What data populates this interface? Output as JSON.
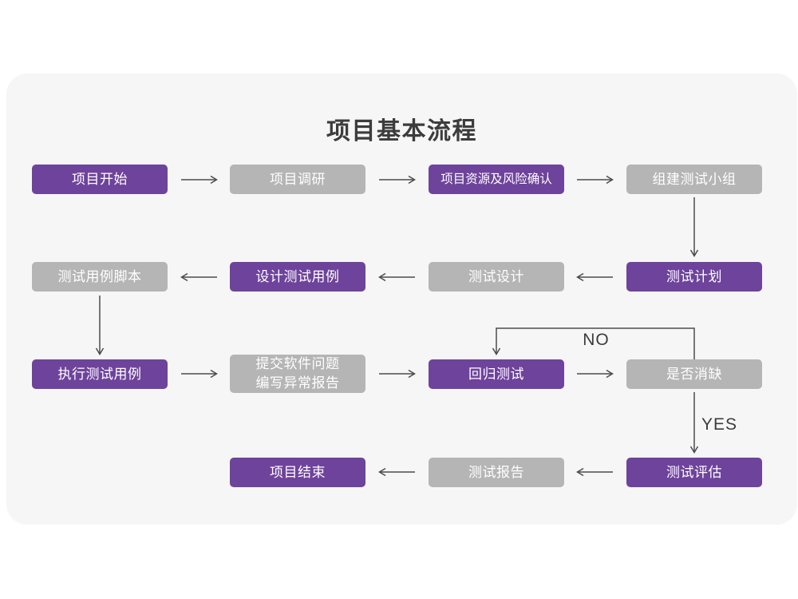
{
  "title": "项目基本流程",
  "edge_labels": {
    "no": "NO",
    "yes": "YES"
  },
  "colors": {
    "page_bg": "#ffffff",
    "card_bg": "#f6f6f7",
    "node_purple": "#6e439b",
    "node_gray": "#b5b5b5",
    "node_text": "#ffffff",
    "arrow": "#4c4c4c",
    "heading_text": "#3c3c3c"
  },
  "nodes": [
    {
      "id": "project-start",
      "label": "项目开始",
      "color": "purple"
    },
    {
      "id": "project-research",
      "label": "项目调研",
      "color": "gray"
    },
    {
      "id": "resource-risk-confirm",
      "label": "项目资源及风险确认",
      "color": "purple"
    },
    {
      "id": "build-test-team",
      "label": "组建测试小组",
      "color": "gray"
    },
    {
      "id": "test-case-script",
      "label": "测试用例脚本",
      "color": "gray"
    },
    {
      "id": "design-test-case",
      "label": "设计测试用例",
      "color": "purple"
    },
    {
      "id": "test-design",
      "label": "测试设计",
      "color": "gray"
    },
    {
      "id": "test-plan",
      "label": "测试计划",
      "color": "purple"
    },
    {
      "id": "execute-test-case",
      "label": "执行测试用例",
      "color": "purple"
    },
    {
      "id": "submit-issue-write-report",
      "label": "提交软件问题\n编写异常报告",
      "color": "gray"
    },
    {
      "id": "regression-test",
      "label": "回归测试",
      "color": "purple"
    },
    {
      "id": "defect-eliminated",
      "label": "是否消缺",
      "color": "gray"
    },
    {
      "id": "project-end",
      "label": "项目结束",
      "color": "purple"
    },
    {
      "id": "test-report",
      "label": "测试报告",
      "color": "gray"
    },
    {
      "id": "test-evaluation",
      "label": "测试评估",
      "color": "purple"
    }
  ]
}
